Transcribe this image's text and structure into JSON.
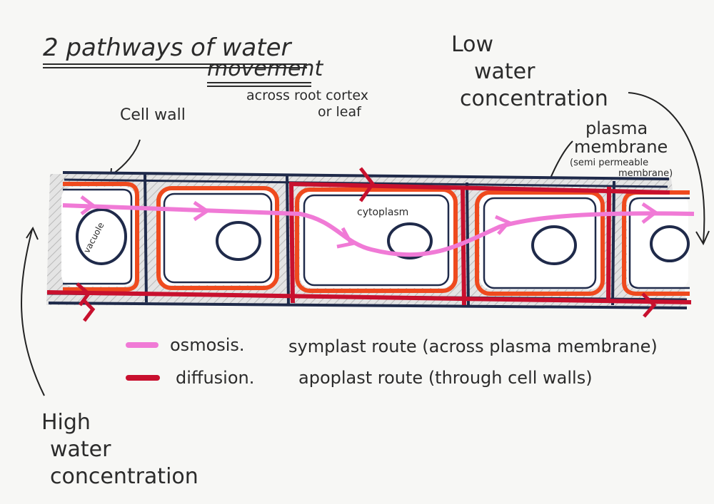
{
  "title": {
    "line1": "2 pathways of water",
    "line2": "movement",
    "subtitle_line1": "across root cortex",
    "subtitle_line2": "or leaf"
  },
  "labels": {
    "low_line1": "Low",
    "low_line2": "water",
    "low_line3": "concentration",
    "high_line1": "High",
    "high_line2": "water",
    "high_line3": "concentration",
    "cell_wall": "Cell wall",
    "plasma_line1": "plasma",
    "plasma_line2": "membrane",
    "plasma_note1": "(semi permeable",
    "plasma_note2": "membrane)",
    "cytoplasm": "cytoplasm",
    "vacuole": "vacuole"
  },
  "legend": [
    {
      "term": "osmosis.",
      "description": "symplast route (across plasma membrane)",
      "color": "#f07ad6"
    },
    {
      "term": "diffusion.",
      "description": "apoplast route (through cell walls)",
      "color": "#c8102e"
    }
  ],
  "colors": {
    "cell_wall_outline": "#1f2a4a",
    "membrane": "#ef4a1e",
    "apoplast": "#c8102e",
    "symplast": "#f07ad6",
    "wall_fill": "#dcdcdc"
  }
}
